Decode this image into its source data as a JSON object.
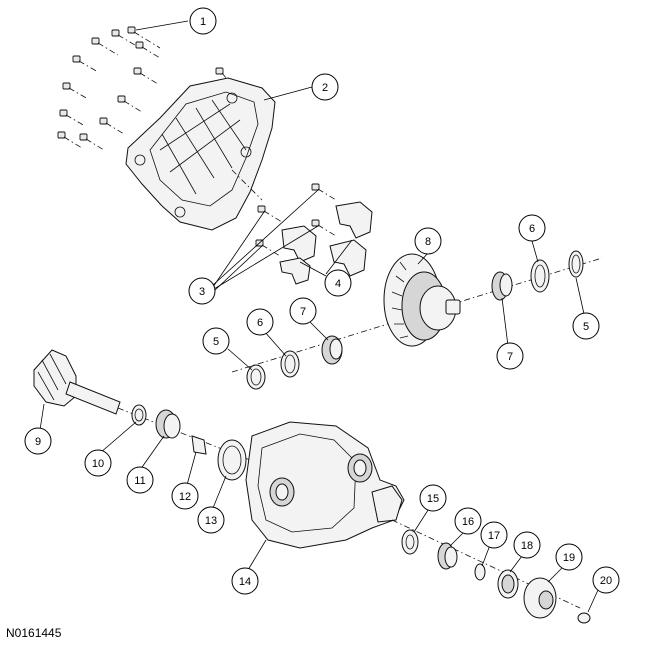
{
  "figure_id": "N0161445",
  "callouts": [
    "1",
    "2",
    "3",
    "4",
    "5",
    "6",
    "7",
    "8",
    "9",
    "10",
    "11",
    "12",
    "13",
    "14",
    "15",
    "16",
    "17",
    "18",
    "19",
    "20"
  ],
  "callout_repeat": {
    "left_5": "5",
    "left_6": "6",
    "left_7": "7"
  }
}
